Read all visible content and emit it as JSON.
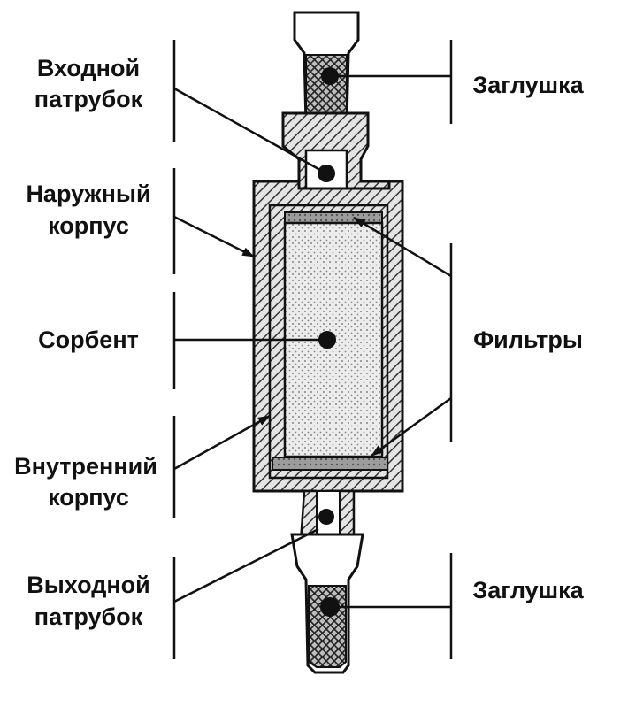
{
  "labels": {
    "inlet_l1": "Входной",
    "inlet_l2": "патрубок",
    "outer_l1": "Наружный",
    "outer_l2": "корпус",
    "sorbent": "Сорбент",
    "inner_l1": "Внутренний",
    "inner_l2": "корпус",
    "outlet_l1": "Выходной",
    "outlet_l2": "патрубок",
    "cap_top": "Заглушка",
    "filters": "Фильтры",
    "cap_bottom": "Заглушка"
  },
  "colors": {
    "stroke": "#111111",
    "background": "#ffffff",
    "body_fill": "#cfcfcf",
    "sorbent_fill": "#e9e9e9",
    "filter_fill": "#9a9a9a"
  }
}
